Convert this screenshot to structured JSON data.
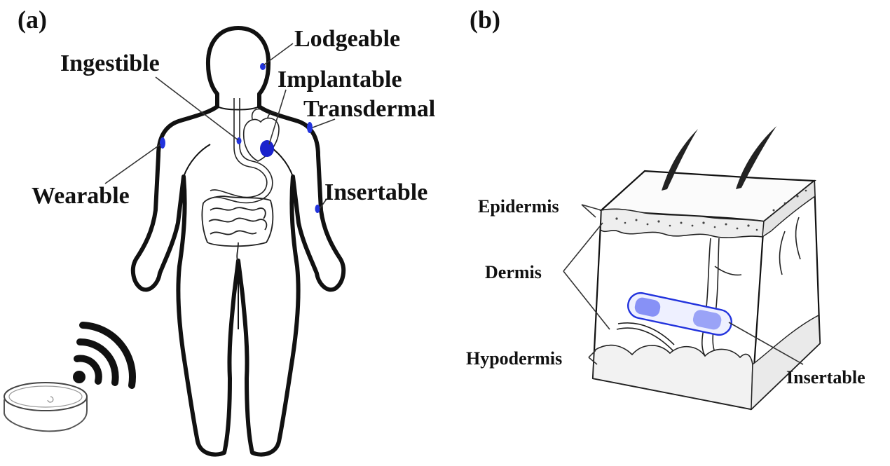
{
  "panels": {
    "a": {
      "tag": "(a)",
      "labels": {
        "lodgeable": "Lodgeable",
        "ingestible": "Ingestible",
        "implantable": "Implantable",
        "transdermal": "Transdermal",
        "wearable": "Wearable",
        "insertable": "Insertable"
      }
    },
    "b": {
      "tag": "(b)",
      "labels": {
        "epidermis": "Epidermis",
        "dermis": "Dermis",
        "hypodermis": "Hypodermis",
        "insertable": "Insertable"
      }
    }
  },
  "colors": {
    "device_marker": "#2233dd",
    "outline": "#111111",
    "background": "#ffffff"
  },
  "icons": [
    "wireless-signal-icon",
    "reader-device-icon",
    "human-body-icon",
    "skin-cube-icon",
    "implant-capsule-icon"
  ]
}
